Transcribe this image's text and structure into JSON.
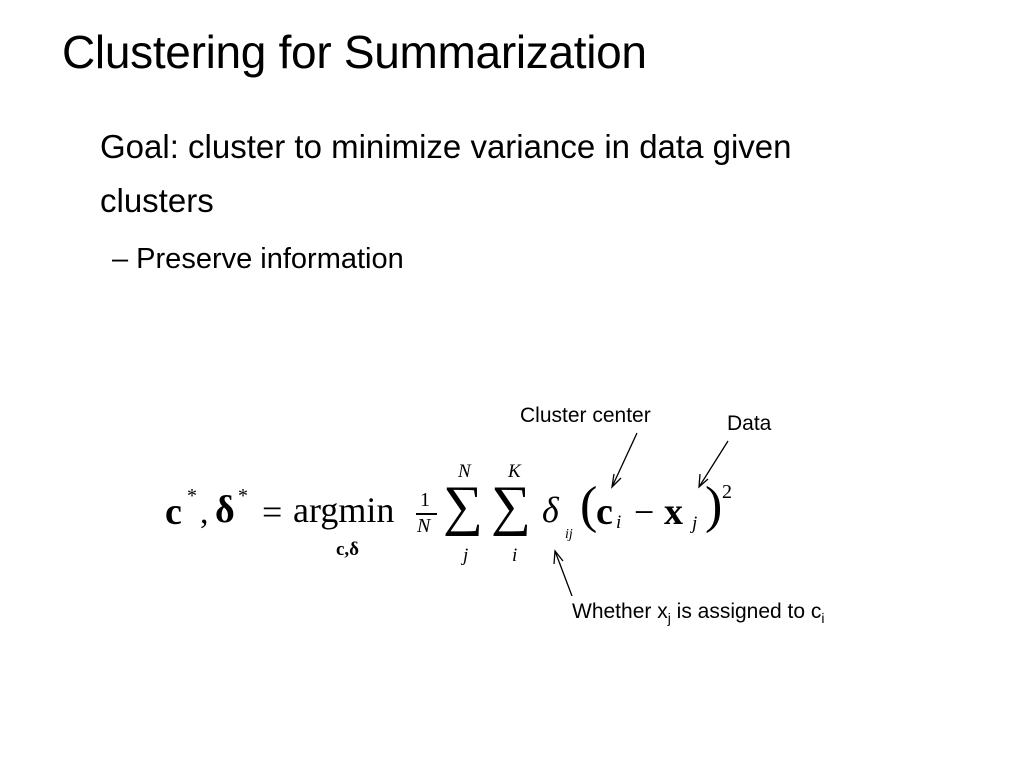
{
  "slide": {
    "title": "Clustering for Summarization",
    "bullet": "Goal: cluster to minimize variance in data given clusters",
    "sub_bullet": "– Preserve information"
  },
  "formula": {
    "c": "c",
    "star": "*",
    "comma": ",",
    "delta_bold": "δ",
    "equals": "=",
    "argmin": "argmin",
    "argmin_sub": "c,δ",
    "frac_num": "1",
    "frac_den": "N",
    "sum_symbol": "∑",
    "sum1_upper": "N",
    "sum1_lower": "j",
    "sum2_upper": "K",
    "sum2_lower": "i",
    "delta": "δ",
    "delta_sub": "ij",
    "lparen": "(",
    "c_sub": "i",
    "minus": "−",
    "x": "x",
    "x_sub": "j",
    "rparen": ")",
    "power": "2"
  },
  "annotations": {
    "cluster_center": "Cluster center",
    "data": "Data",
    "whether_prefix": "Whether x",
    "whether_sub_j": "j",
    "whether_middle": " is assigned to c",
    "whether_sub_i": "i"
  }
}
